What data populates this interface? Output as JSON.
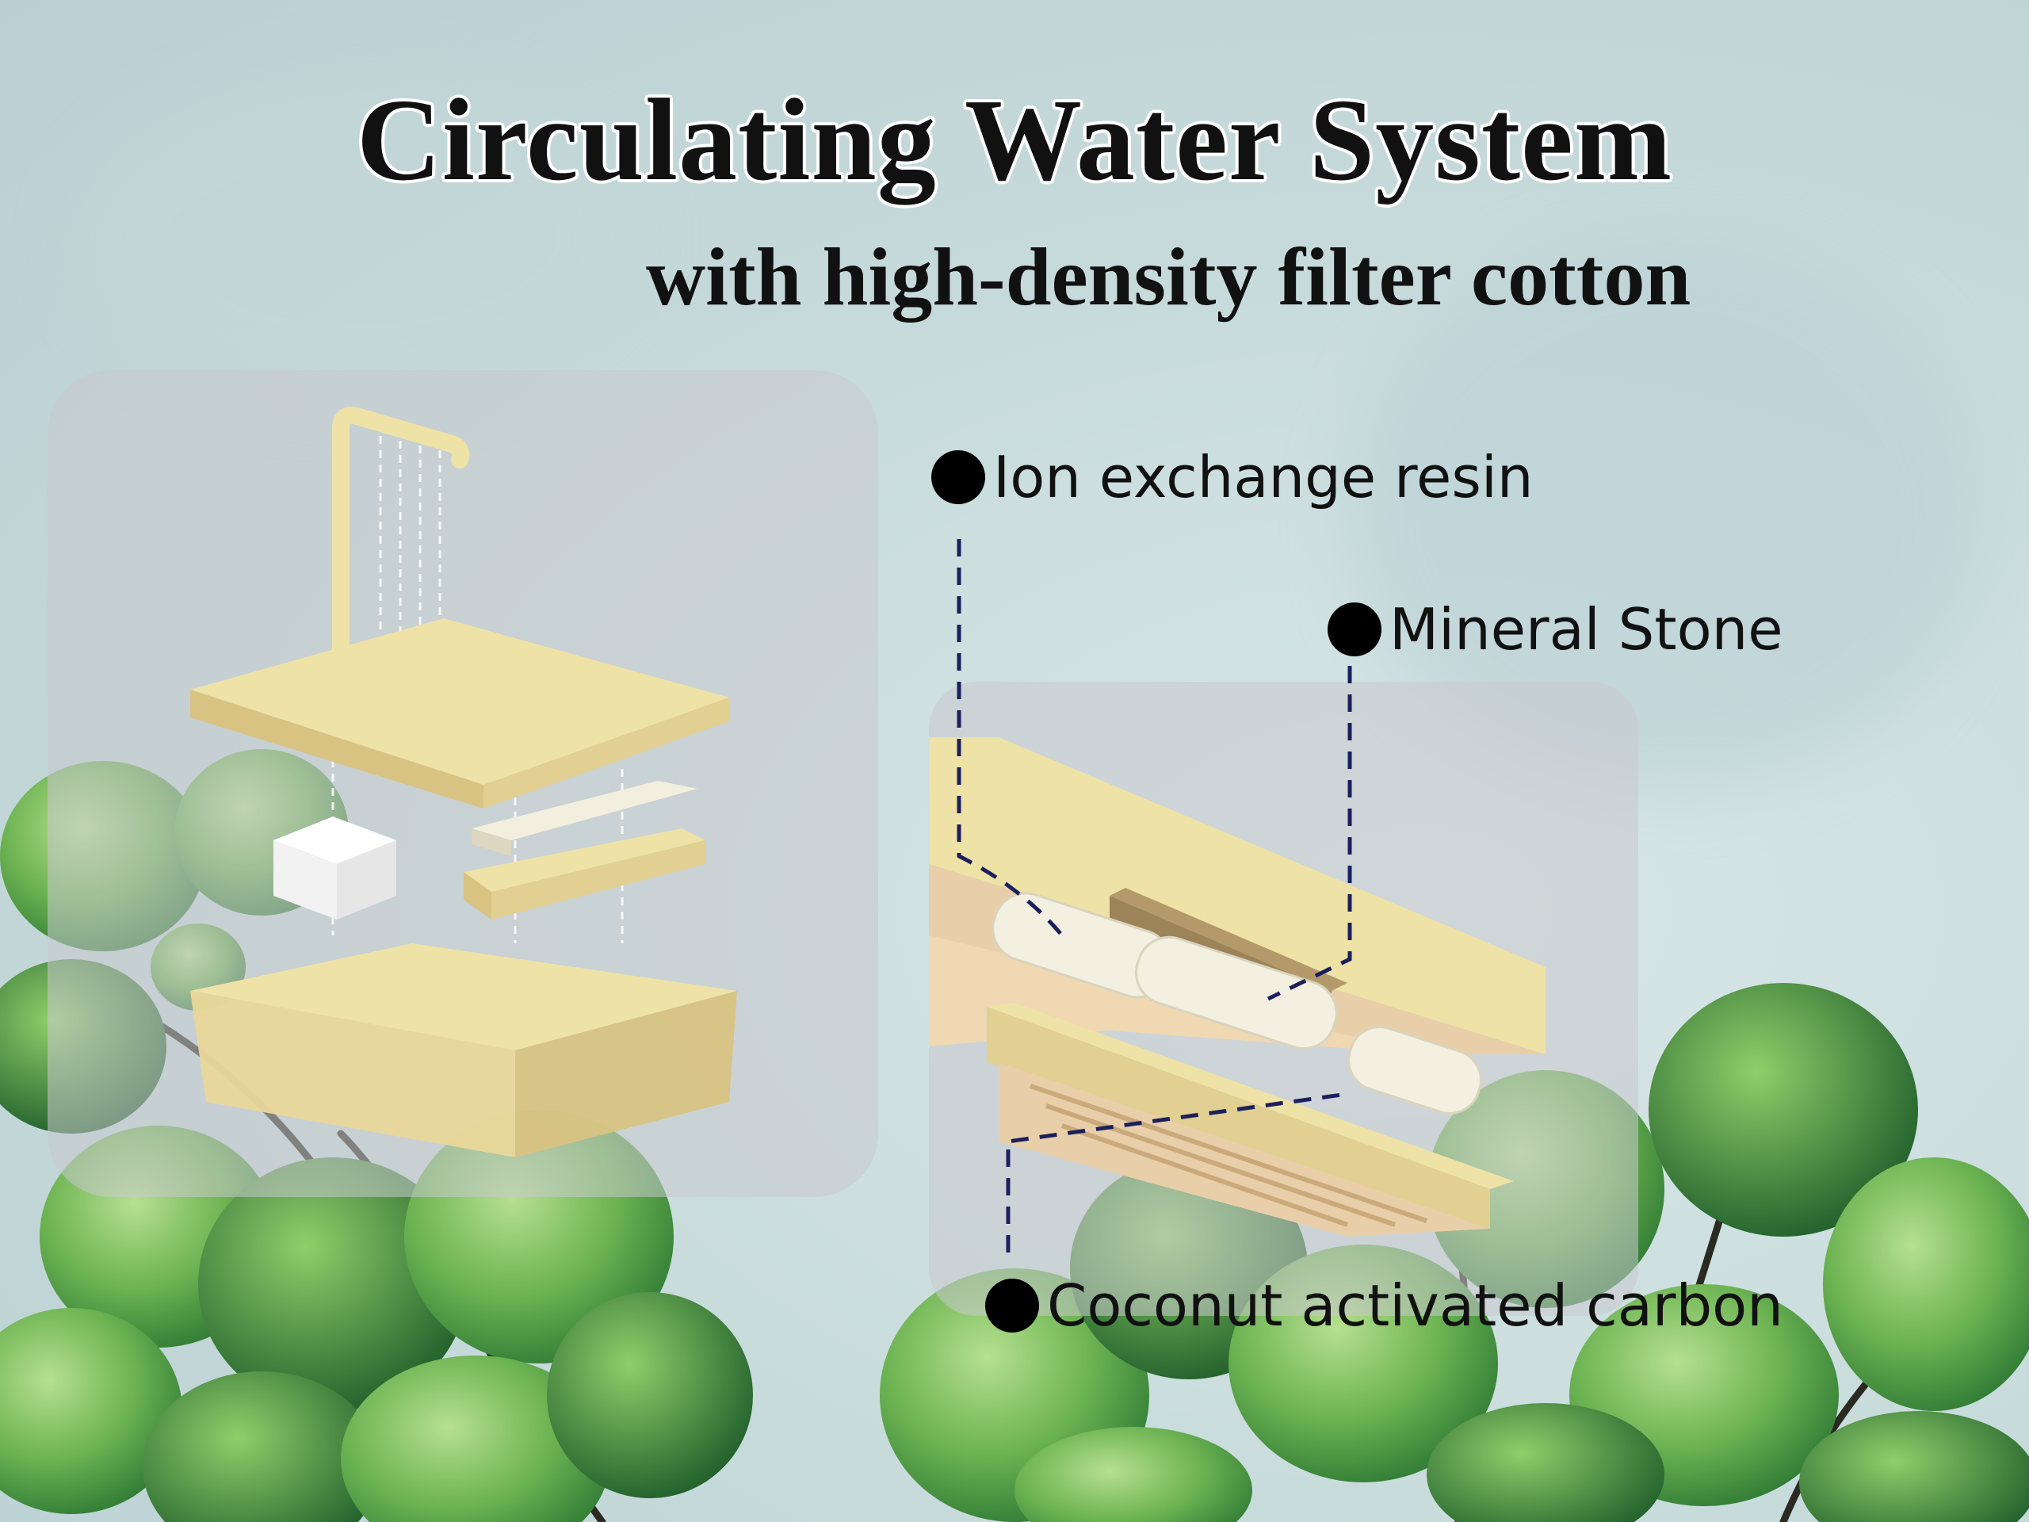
{
  "title": "Circulating Water System",
  "subtitle": "with high-density filter cotton",
  "labels": {
    "ion": "Ion exchange resin",
    "mineral": "Mineral Stone",
    "coconut": "Coconut activated carbon"
  },
  "colors": {
    "product": "#efe2a6",
    "product_shadow": "#d8c383",
    "leader_line": "#1b1f5c",
    "leaf": "#5aa24a",
    "leaf_light": "#9fd37f"
  }
}
